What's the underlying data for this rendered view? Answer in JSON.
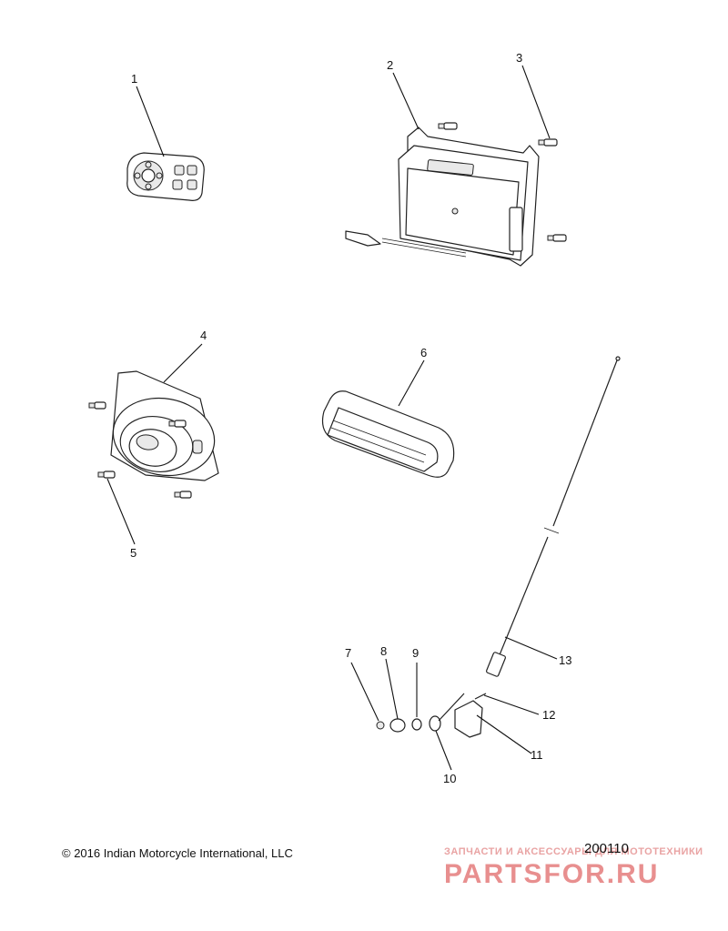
{
  "diagram": {
    "callouts": [
      "1",
      "2",
      "3",
      "4",
      "5",
      "6",
      "7",
      "8",
      "9",
      "10",
      "11",
      "12",
      "13"
    ],
    "copyright": "© 2016 Indian Motorcycle International, LLC",
    "drawing_number": "200110"
  },
  "watermark": {
    "tagline": "ЗАПЧАСТИ И АКСЕССУАРЫ ДЛЯ МОТОТЕХНИКИ",
    "logo_text": "PARTSFOR.RU",
    "color": "#e47c7c"
  }
}
